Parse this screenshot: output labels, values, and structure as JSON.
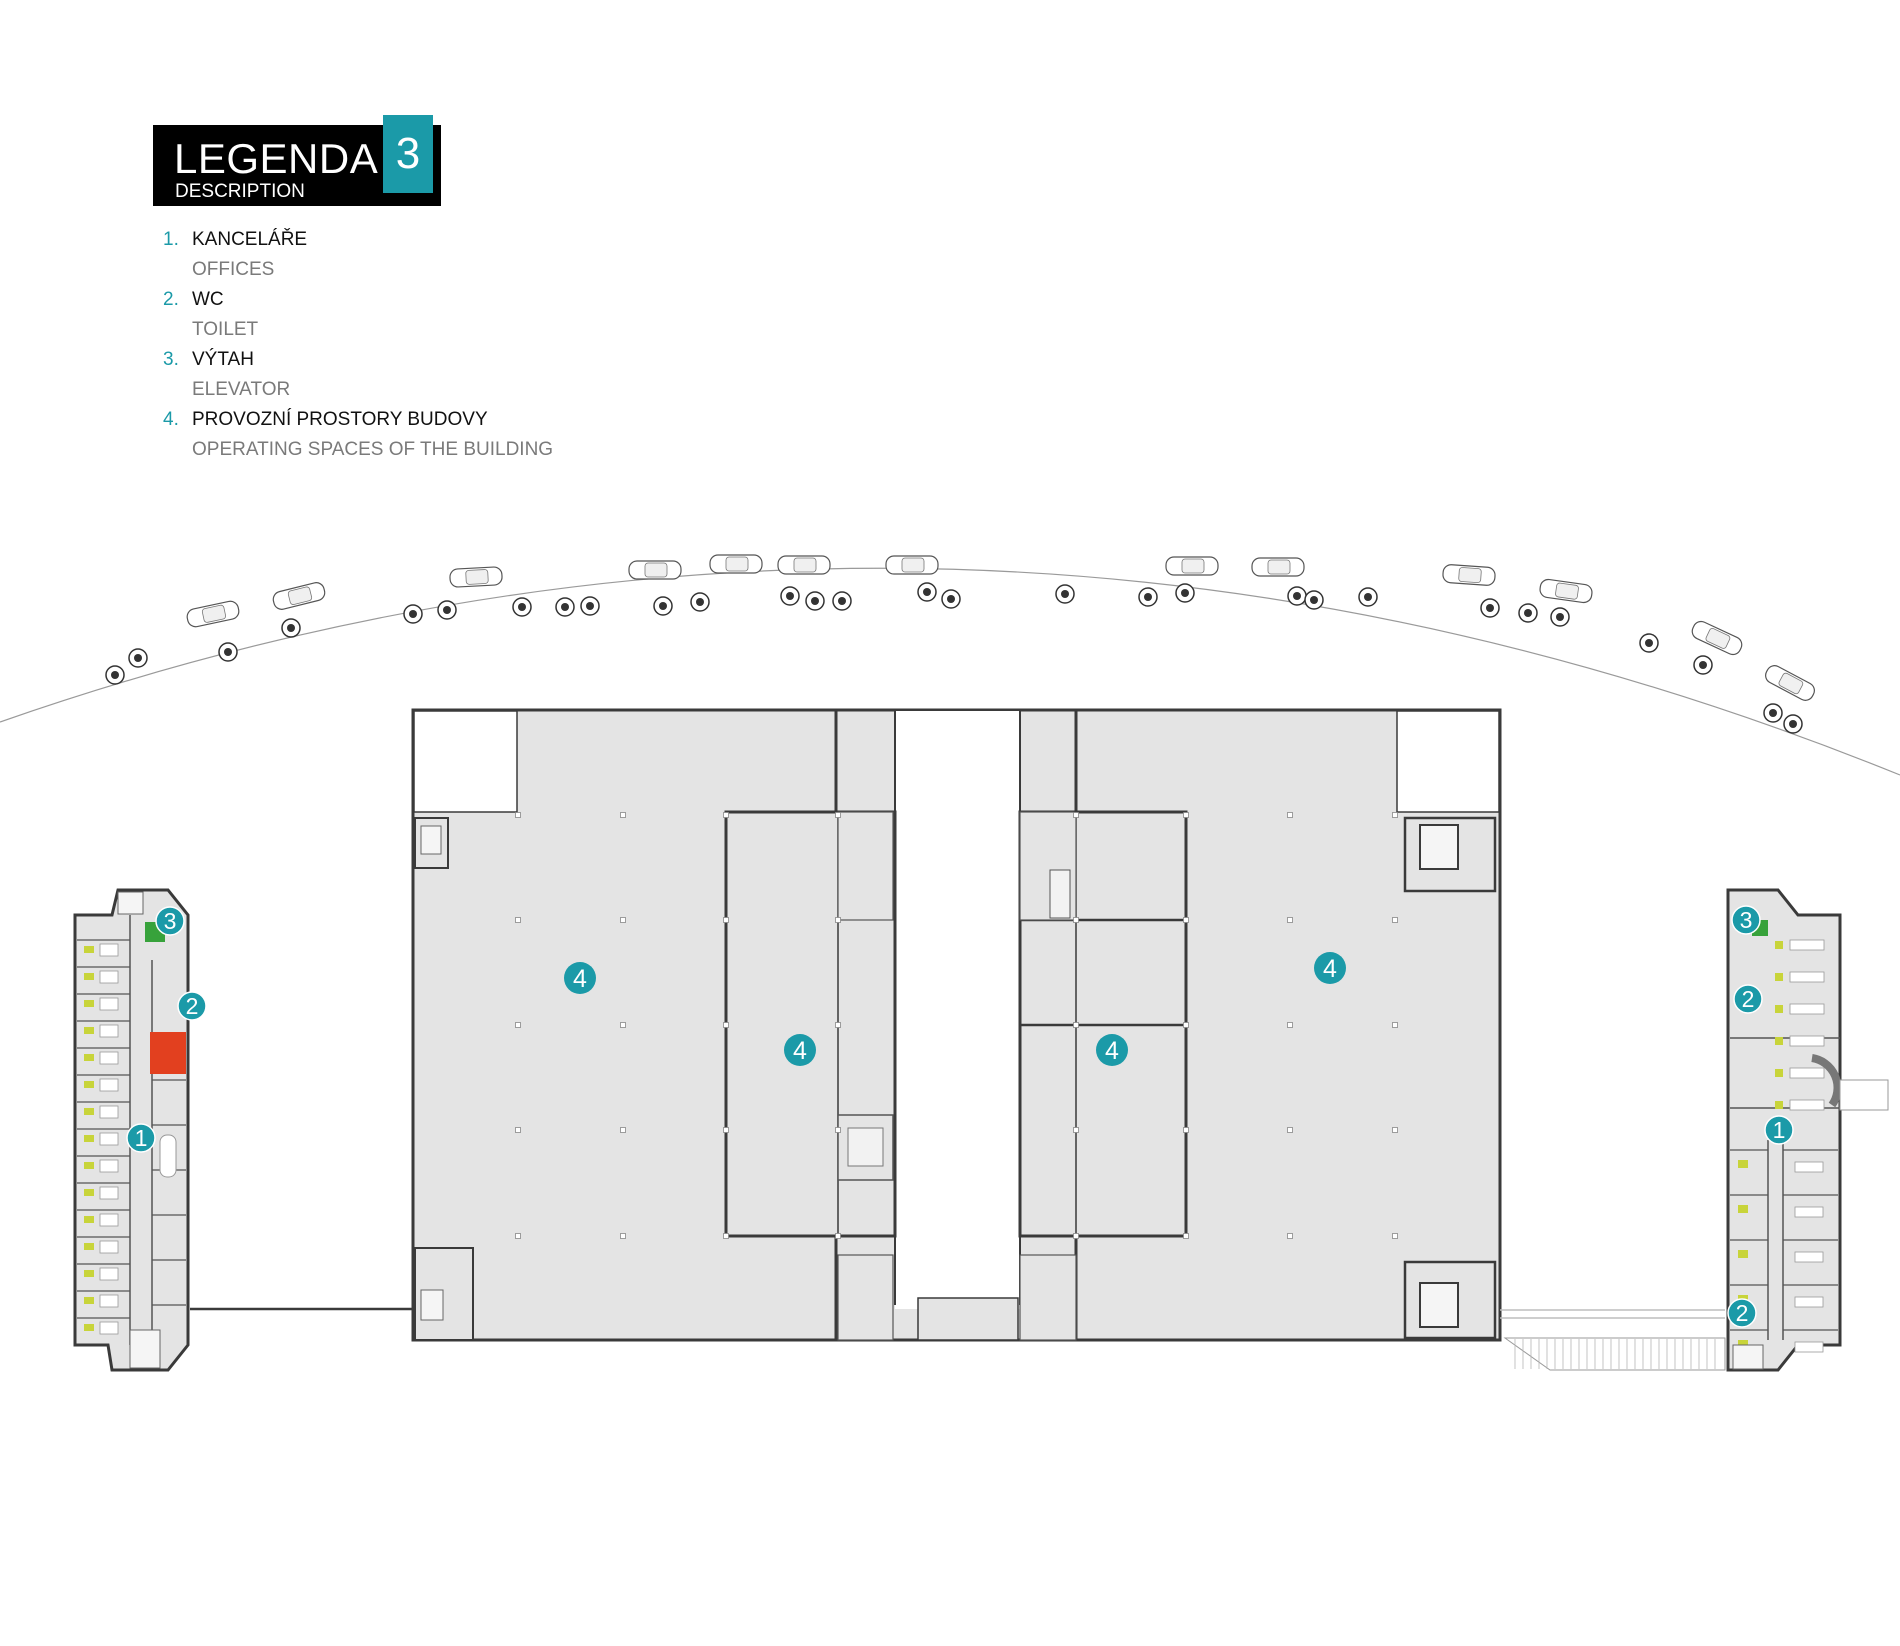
{
  "legend": {
    "title": "LEGENDA",
    "subtitle": "DESCRIPTION",
    "floor_number": "3",
    "items": [
      {
        "num": "1.",
        "cz": "KANCELÁŘE",
        "en": "OFFICES"
      },
      {
        "num": "2.",
        "cz": "WC",
        "en": "TOILET"
      },
      {
        "num": "3.",
        "cz": "VÝTAH",
        "en": "ELEVATOR"
      },
      {
        "num": "4.",
        "cz": "PROVOZNÍ PROSTORY BUDOVY",
        "en": "OPERATING SPACES OF THE BUILDING"
      }
    ]
  },
  "plan": {
    "markers": [
      {
        "label": "4",
        "meaning": "operating-spaces"
      },
      {
        "label": "4",
        "meaning": "operating-spaces"
      },
      {
        "label": "4",
        "meaning": "operating-spaces"
      },
      {
        "label": "4",
        "meaning": "operating-spaces"
      },
      {
        "label": "3",
        "meaning": "elevator"
      },
      {
        "label": "2",
        "meaning": "toilet"
      },
      {
        "label": "1",
        "meaning": "offices"
      },
      {
        "label": "3",
        "meaning": "elevator"
      },
      {
        "label": "2",
        "meaning": "toilet"
      },
      {
        "label": "1",
        "meaning": "offices"
      },
      {
        "label": "2",
        "meaning": "toilet"
      }
    ],
    "colors": {
      "accent": "#1b9aa8",
      "floor": "#e4e4e4",
      "wall": "#3a3a3a",
      "wc_highlight": "#e2401f",
      "elevator_highlight": "#37a23b",
      "desk": "#c8d43a"
    }
  }
}
